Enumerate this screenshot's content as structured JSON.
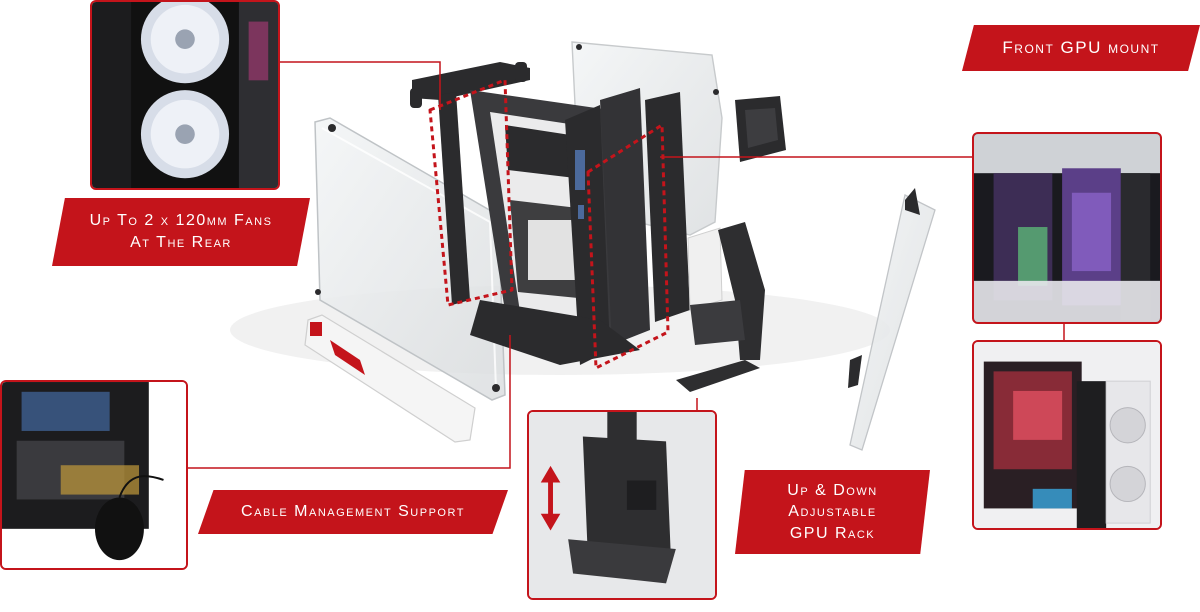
{
  "labels": {
    "front_gpu_mount": "Front GPU mount",
    "fans_line1": "Up To 2 x 120mm Fans",
    "fans_line2": "At The Rear",
    "cable_management": "Cable Management Support",
    "gpu_rack_line1": "Up & Down",
    "gpu_rack_line2": "Adjustable",
    "gpu_rack_line3": "GPU Rack"
  },
  "colors": {
    "accent_red": "#c4141b",
    "frame_black": "#2b2b2d",
    "background": "#ffffff"
  },
  "icons": {
    "updown_arrow": "up-down-arrow-icon"
  }
}
